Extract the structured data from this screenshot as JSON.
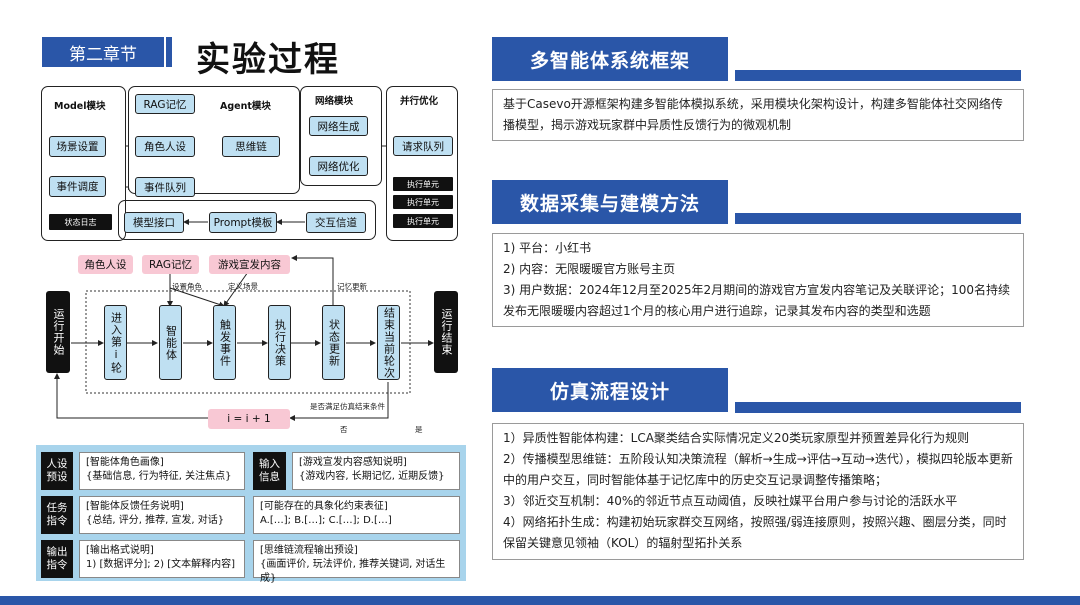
{
  "header": {
    "chapter": "第二章节",
    "title": "实验过程"
  },
  "colors": {
    "brand": "#2a56a8",
    "node": "#bfe0f2",
    "pink": "#f8c8d4",
    "panel": "#a8d4ec"
  },
  "architecture": {
    "groups": {
      "model": "Model模块",
      "agent": "Agent模块",
      "network": "网络模块",
      "parallel": "并行优化"
    },
    "nodes": {
      "scene": "场景设置",
      "event_sched": "事件调度",
      "status_log": "状态日志",
      "model_api": "模型接口",
      "rag": "RAG记忆",
      "role": "角色人设",
      "event_queue": "事件队列",
      "think": "思维链",
      "prompt": "Prompt模板",
      "net_gen": "网络生成",
      "net_opt": "网络优化",
      "interact": "交互信道",
      "req_queue": "请求队列",
      "exec1": "执行单元",
      "exec2": "执行单元",
      "exec3": "执行单元"
    }
  },
  "flow": {
    "inputs": [
      "角色人设",
      "RAG记忆",
      "游戏宣发内容"
    ],
    "notes": {
      "set_role": "设置角色",
      "define_scene": "定义场景",
      "mem_update": "记忆更新",
      "cond": "是否满足仿真结束条件",
      "no": "否",
      "yes": "是"
    },
    "start": "运行开始",
    "steps": [
      "进入第i轮",
      "智能体",
      "触发事件",
      "执行决策",
      "状态更新",
      "结束当前轮次"
    ],
    "end": "运行结束",
    "counter": "i = i + 1"
  },
  "prompt_table": {
    "rows": [
      {
        "label": "人设预设",
        "cell": [
          "[智能体角色画像]",
          "{基础信息, 行为特征, 关注焦点}"
        ],
        "label2": "输入信息",
        "cell2": [
          "[游戏宣发内容感知说明]",
          "{游戏内容, 长期记忆, 近期反馈}"
        ]
      },
      {
        "label": "任务指令",
        "cell": [
          "[智能体反馈任务说明]",
          "{总结, 评分, 推荐, 宣发, 对话}"
        ],
        "cell2": [
          "[可能存在的具象化约束表征]",
          "A.[…]; B.[…]; C.[…]; D.[…]"
        ]
      },
      {
        "label": "输出指令",
        "cell": [
          "[输出格式说明]",
          "1) [数据评分]; 2) [文本解释内容]"
        ],
        "cell2": [
          "[思维链流程输出预设]",
          "{画面评价, 玩法评价, 推荐关键词, 对话生成}"
        ]
      }
    ]
  },
  "sections": [
    {
      "title": "多智能体系统框架",
      "lines": [
        "基于Casevo开源框架构建多智能体模拟系统，采用模块化架构设计，构建多智能体社交网络传播模型，揭示游戏玩家群中异质性反馈行为的微观机制"
      ]
    },
    {
      "title": "数据采集与建模方法",
      "lines": [
        "1) 平台：小红书",
        "2) 内容：无限暖暖官方账号主页",
        "3) 用户数据：2024年12月至2025年2月期间的游戏官方宣发内容笔记及关联评论；100名持续发布无限暖暖内容超过1个月的核心用户进行追踪，记录其发布内容的类型和选题"
      ]
    },
    {
      "title": "仿真流程设计",
      "lines": [
        "1）异质性智能体构建：LCA聚类结合实际情况定义20类玩家原型并预置差异化行为规则",
        "2）传播模型思维链：五阶段认知决策流程（解析→生成→评估→互动→迭代），模拟四轮版本更新中的用户交互，同时智能体基于记忆库中的历史交互记录调整传播策略；",
        "3）邻近交互机制：40%的邻近节点互动阈值，反映社媒平台用户参与讨论的活跃水平",
        "4）网络拓扑生成：构建初始玩家群交互网络，按照强/弱连接原则，按照兴趣、圈层分类，同时保留关键意见领袖（KOL）的辐射型拓扑关系"
      ]
    }
  ]
}
